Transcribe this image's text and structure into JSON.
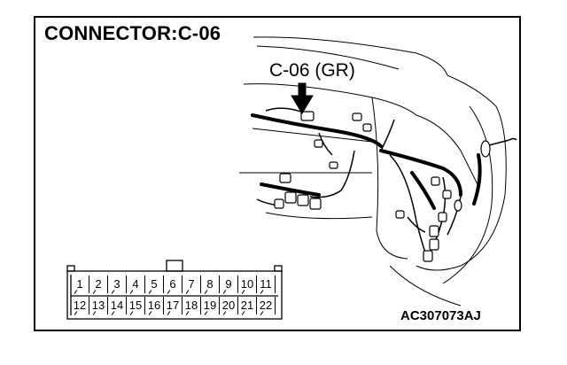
{
  "title": "CONNECTOR:C-06",
  "callout": "C-06 (GR)",
  "figure_id": "AC307073AJ",
  "connector": {
    "top_row": [
      "1",
      "2",
      "3",
      "4",
      "5",
      "6",
      "7",
      "8",
      "9",
      "10",
      "11"
    ],
    "bottom_row": [
      "12",
      "13",
      "14",
      "15",
      "16",
      "17",
      "18",
      "19",
      "20",
      "21",
      "22"
    ]
  }
}
